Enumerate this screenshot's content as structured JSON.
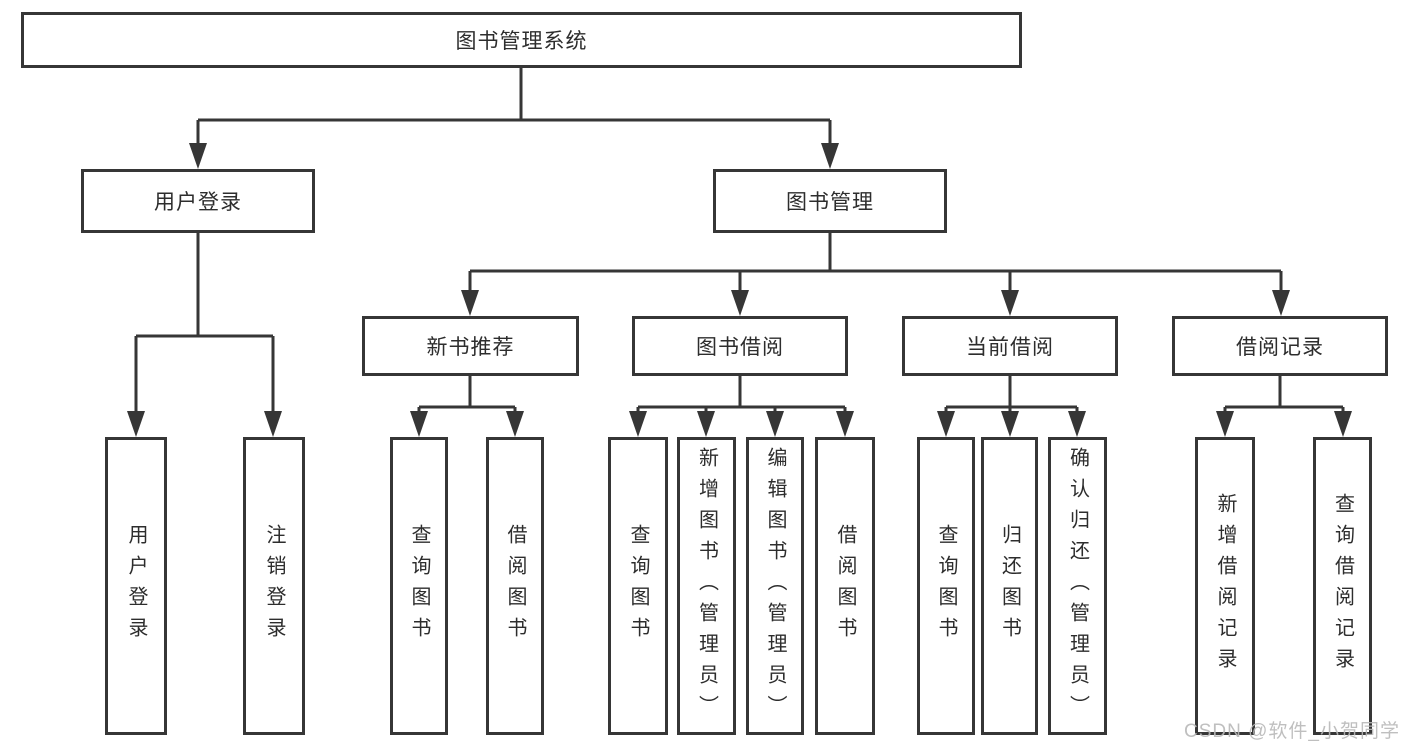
{
  "diagram_title": "图书管理系统",
  "colors": {
    "line": "#363636",
    "text": "#2d2d2d",
    "watermark": "#b9b9b9",
    "background": "#ffffff"
  },
  "root": {
    "label": "图书管理系统"
  },
  "branches": [
    {
      "label": "用户登录",
      "children": [
        {
          "label": "用户登录"
        },
        {
          "label": "注销登录"
        }
      ]
    },
    {
      "label": "图书管理",
      "children": [
        {
          "label": "新书推荐",
          "children": [
            {
              "label": "查询图书"
            },
            {
              "label": "借阅图书"
            }
          ]
        },
        {
          "label": "图书借阅",
          "children": [
            {
              "label": "查询图书"
            },
            {
              "label": "新增图书（管理员）"
            },
            {
              "label": "编辑图书（管理员）"
            },
            {
              "label": "借阅图书"
            }
          ]
        },
        {
          "label": "当前借阅",
          "children": [
            {
              "label": "查询图书"
            },
            {
              "label": "归还图书"
            },
            {
              "label": "确认归还（管理员）"
            }
          ]
        },
        {
          "label": "借阅记录",
          "children": [
            {
              "label": "新增借阅记录"
            },
            {
              "label": "查询借阅记录"
            }
          ]
        }
      ]
    }
  ],
  "watermark": "CSDN @软件_小贺同学"
}
